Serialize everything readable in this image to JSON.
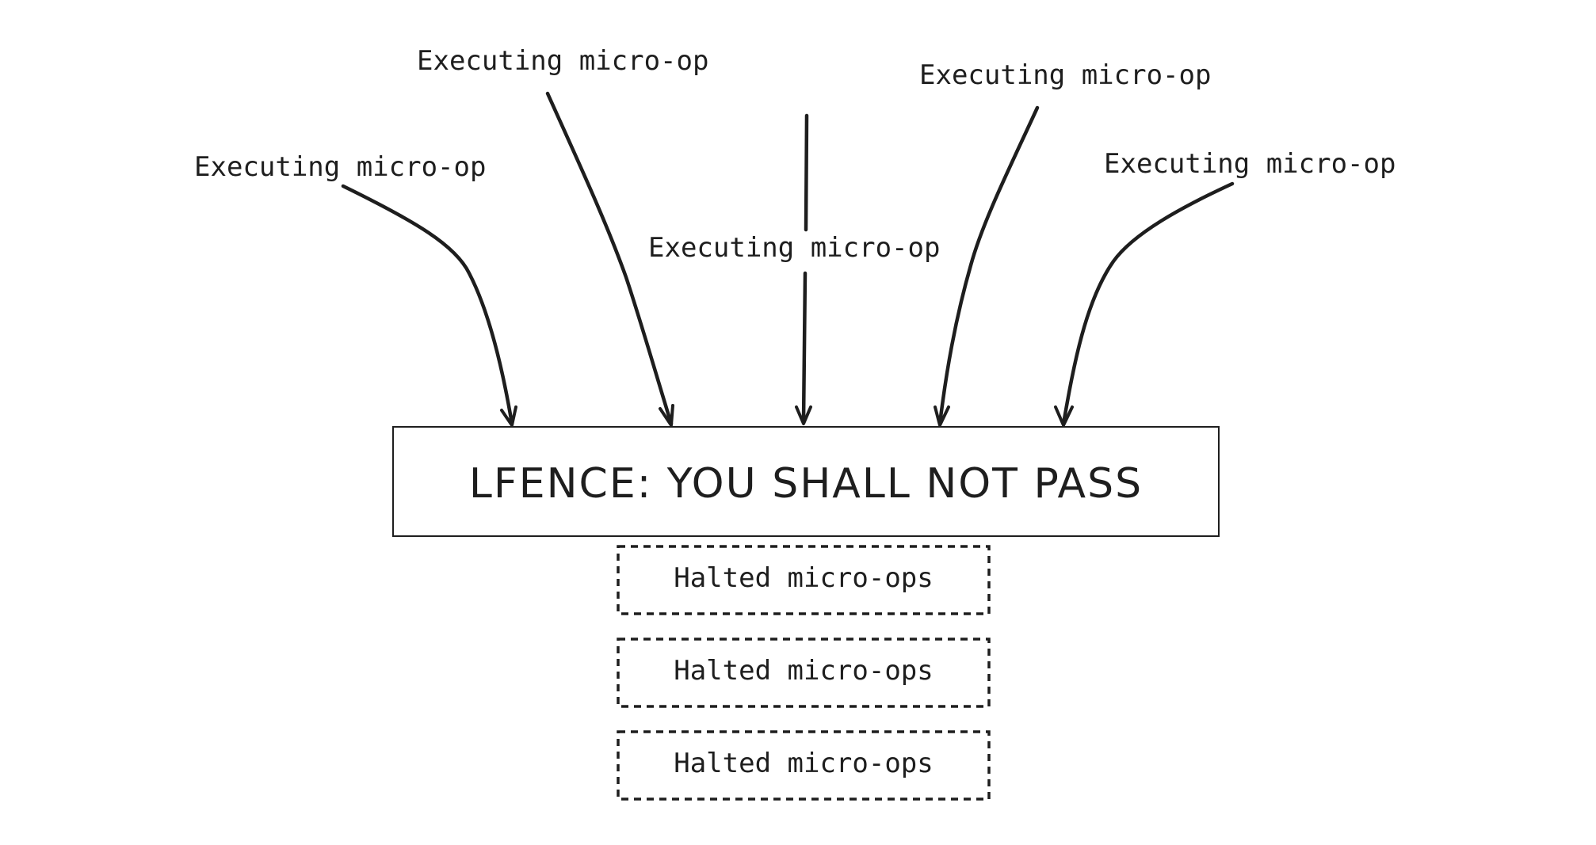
{
  "fence": {
    "label": "LFENCE: YOU SHALL NOT PASS"
  },
  "executing": [
    {
      "label": "Executing micro-op"
    },
    {
      "label": "Executing micro-op"
    },
    {
      "label": "Executing micro-op"
    },
    {
      "label": "Executing micro-op"
    },
    {
      "label": "Executing micro-op"
    }
  ],
  "halted": [
    {
      "label": "Halted micro-ops"
    },
    {
      "label": "Halted micro-ops"
    },
    {
      "label": "Halted micro-ops"
    }
  ],
  "colors": {
    "ink": "#1e1e1e",
    "background": "#ffffff"
  }
}
